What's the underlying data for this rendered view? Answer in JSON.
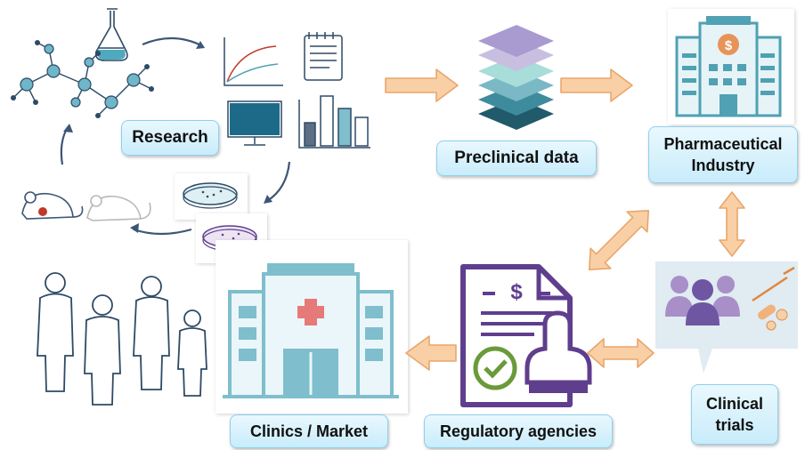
{
  "nodes": {
    "research": "Research",
    "preclinical": "Preclinical  data",
    "pharma": "Pharmaceutical\nIndustry",
    "clinical_trials": "Clinical\ntrials",
    "regulatory": "Regulatory agencies",
    "clinics": "Clinics / Market"
  },
  "icons": {
    "molecule": "molecule-flask-icon",
    "charts": "research-charts-icon",
    "layers": "data-layers-icon",
    "building": "pharma-building-icon",
    "people_pills": "patients-pills-icon",
    "document": "regulatory-document-stamp-icon",
    "hospital": "hospital-icon",
    "petri": "petri-dish-icon",
    "mice": "lab-mice-icon",
    "people": "population-icon"
  },
  "colors": {
    "arrow_fill": "#f9cfa6",
    "arrow_stroke": "#e9a66a",
    "label_bg": "#d6f1fc",
    "cycle_arrow": "#3d5577",
    "teal": "#4fa1b3",
    "purple": "#5f3e8e",
    "green": "#6a9a3a",
    "red": "#c0392b"
  }
}
